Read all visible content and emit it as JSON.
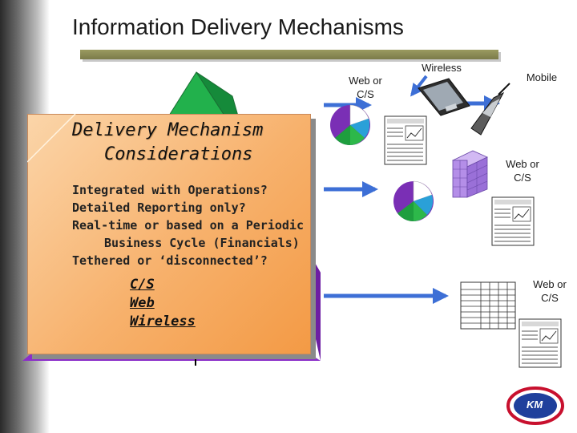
{
  "slide": {
    "title": "Information Delivery Mechanisms"
  },
  "labels": {
    "web_or_cs_top": "Web or C/S",
    "wireless": "Wireless",
    "mobile": "Mobile",
    "web_or_cs_mid": "Web or C/S",
    "web_or_cs_bottom": "Web or C/S"
  },
  "callout": {
    "title_line1": "Delivery Mechanism",
    "title_line2": "Considerations",
    "questions": [
      "Integrated with Operations?",
      "Detailed Reporting only?",
      "Real-time or based on a Periodic",
      "Business Cycle (Financials)",
      "Tethered or ‘disconnected’?"
    ],
    "mechanisms": [
      "C/S",
      "Web",
      "Wireless"
    ]
  },
  "logo": {
    "text": "KM"
  },
  "colors": {
    "pyramid_top": "#22b14c",
    "pyramid_mid": "#d63a2a",
    "pyramid_base": "#8b2fc9",
    "callout_fill": "#f7b16c",
    "arrow": "#3d6fd6",
    "cube": "#b48ee8"
  }
}
